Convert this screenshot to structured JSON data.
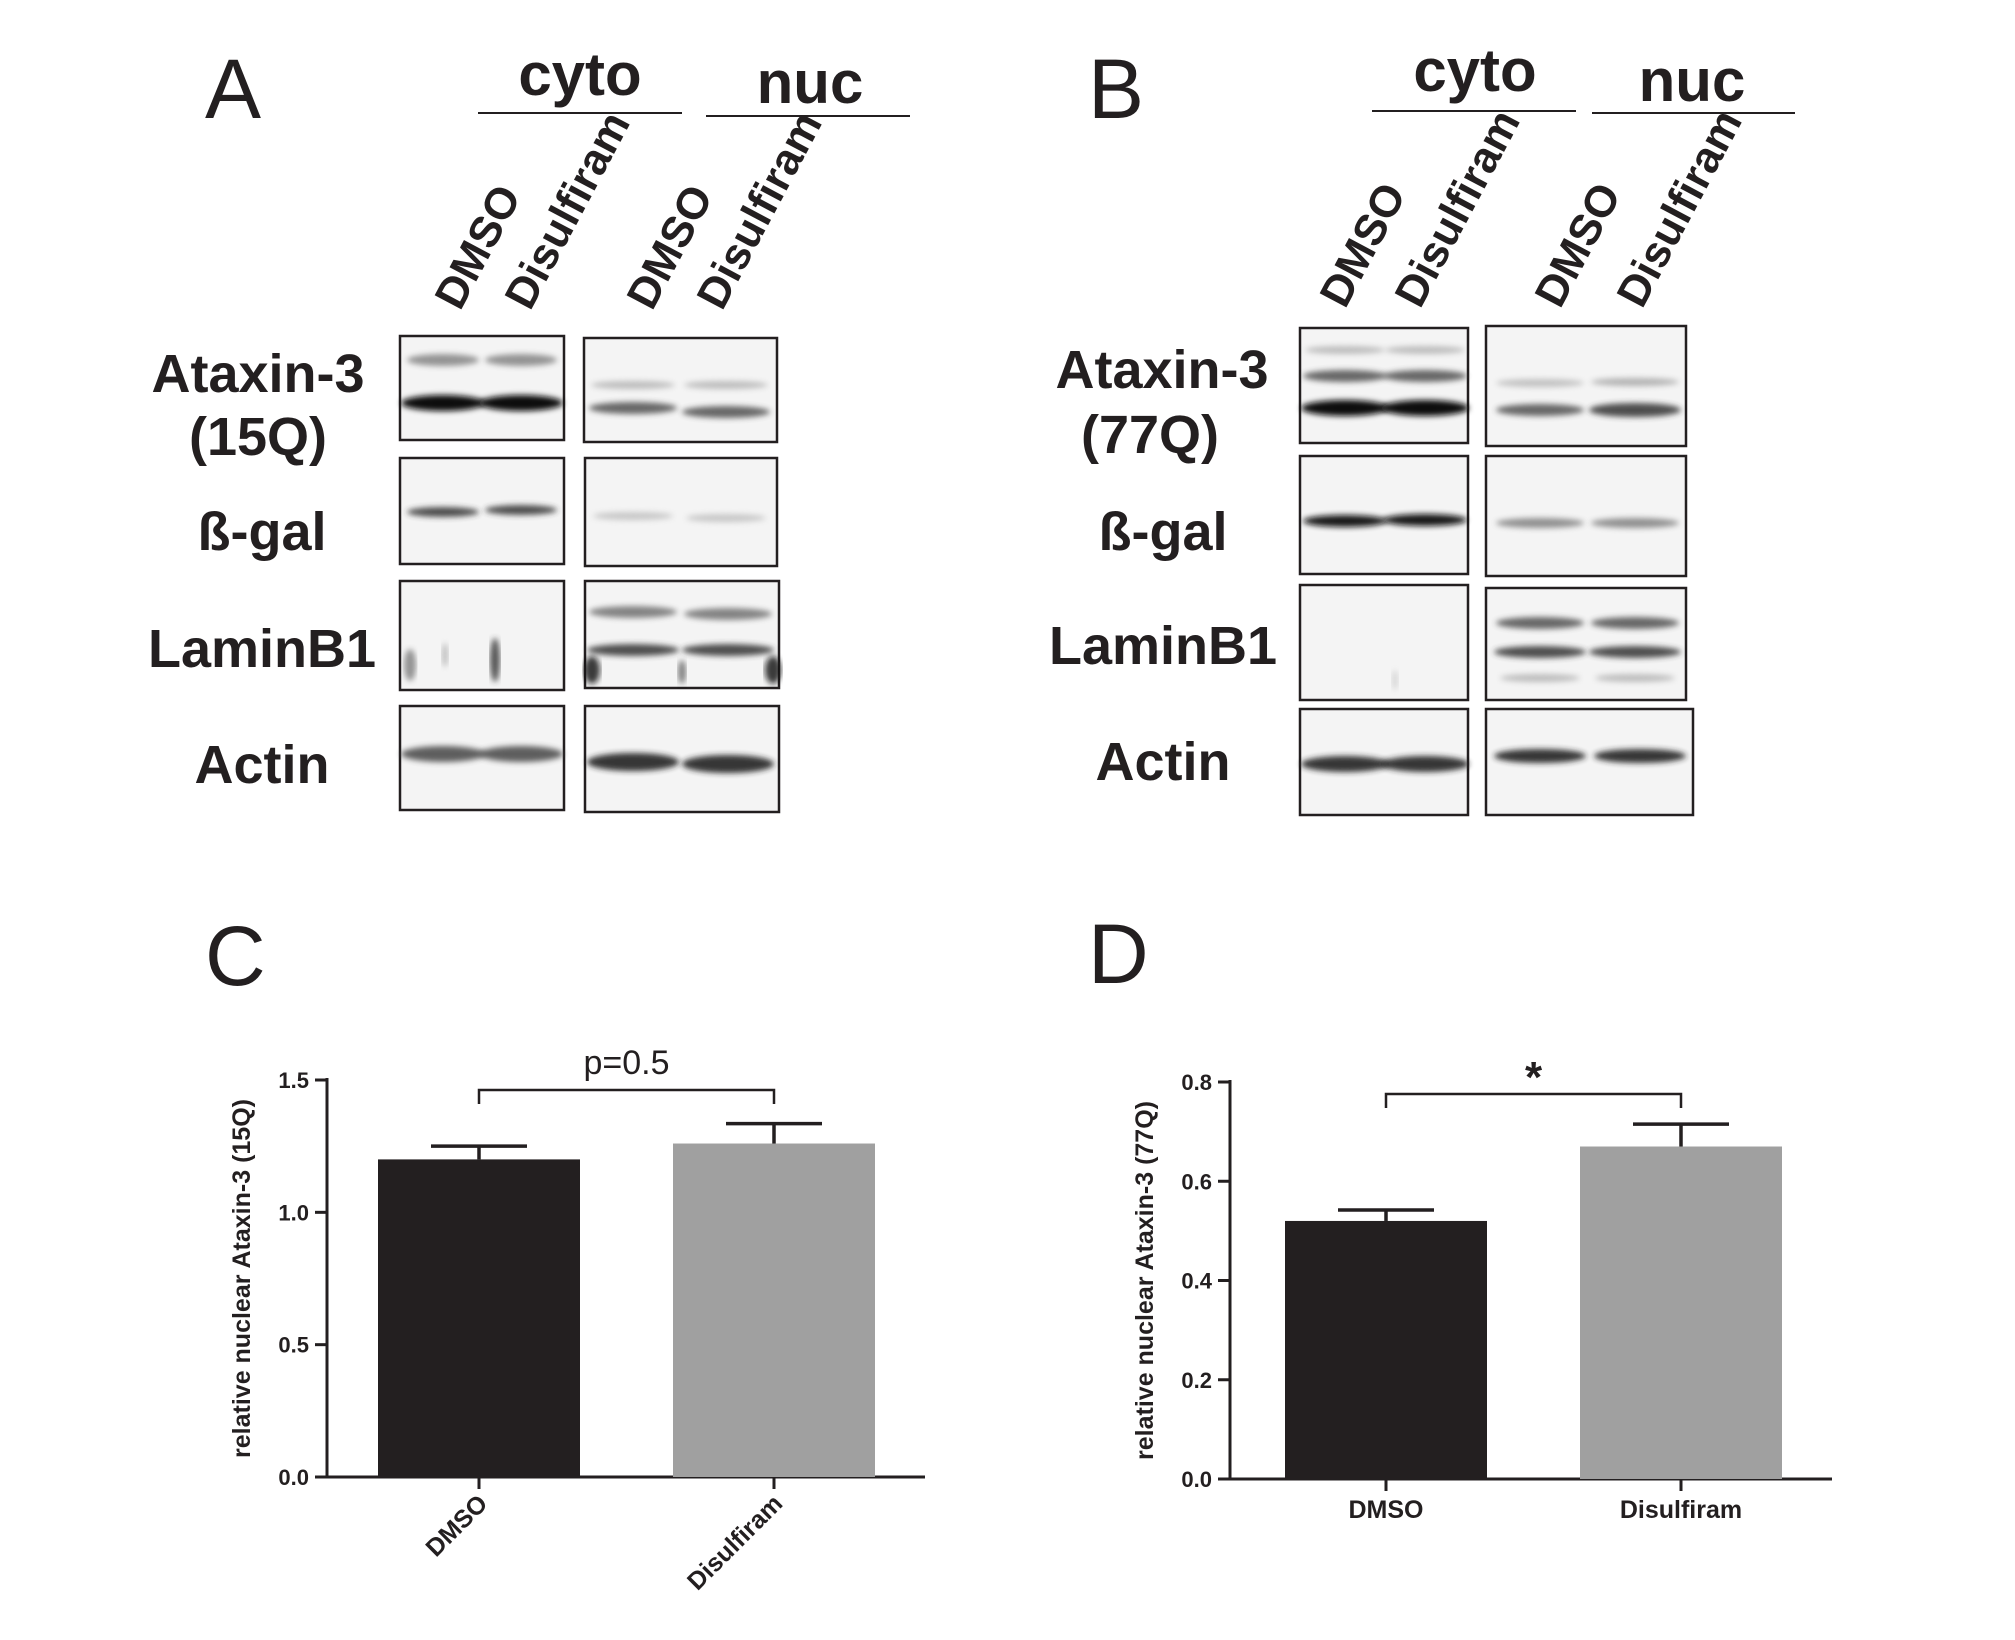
{
  "panels": {
    "A": {
      "letter": "A",
      "fractions": [
        "cyto",
        "nuc"
      ],
      "lanes": [
        "DMSO",
        "Disulfiram",
        "DMSO",
        "Disulfiram"
      ],
      "proteins": [
        {
          "line1": "Ataxin-3",
          "line2": "(15Q)"
        },
        {
          "line1": "ß-gal",
          "line2": ""
        },
        {
          "line1": "LaminB1",
          "line2": ""
        },
        {
          "line1": "Actin",
          "line2": ""
        }
      ]
    },
    "B": {
      "letter": "B",
      "fractions": [
        "cyto",
        "nuc"
      ],
      "lanes": [
        "DMSO",
        "Disulfiram",
        "DMSO",
        "Disulfiram"
      ],
      "proteins": [
        {
          "line1": "Ataxin-3",
          "line2": "(77Q)"
        },
        {
          "line1": "ß-gal",
          "line2": ""
        },
        {
          "line1": "LaminB1",
          "line2": ""
        },
        {
          "line1": "Actin",
          "line2": ""
        }
      ]
    },
    "C": {
      "letter": "C"
    },
    "D": {
      "letter": "D"
    }
  },
  "chart_data": [
    {
      "panel": "C",
      "type": "bar",
      "categories": [
        "DMSO",
        "Disulfiram"
      ],
      "values": [
        1.2,
        1.26
      ],
      "errors": [
        0.05,
        0.075
      ],
      "colors": [
        "#231f20",
        "#a0a0a0"
      ],
      "ylabel": "relative nuclear Ataxin-3 (15Q)",
      "ylim": [
        0,
        1.5
      ],
      "yticks": [
        "0.0",
        "0.5",
        "1.0",
        "1.5"
      ],
      "ytick_values": [
        0,
        0.5,
        1.0,
        1.5
      ],
      "significance": "p=0.5",
      "xtick_rotation": "rotated"
    },
    {
      "panel": "D",
      "type": "bar",
      "categories": [
        "DMSO",
        "Disulfiram"
      ],
      "values": [
        0.52,
        0.67
      ],
      "errors": [
        0.022,
        0.045
      ],
      "colors": [
        "#231f20",
        "#a0a0a0"
      ],
      "ylabel": "relative nuclear Ataxin-3 (77Q)",
      "ylim": [
        0,
        0.8
      ],
      "yticks": [
        "0.0",
        "0.2",
        "0.4",
        "0.6",
        "0.8"
      ],
      "ytick_values": [
        0,
        0.2,
        0.4,
        0.6,
        0.8
      ],
      "significance": "*",
      "xtick_rotation": "horizontal"
    }
  ]
}
